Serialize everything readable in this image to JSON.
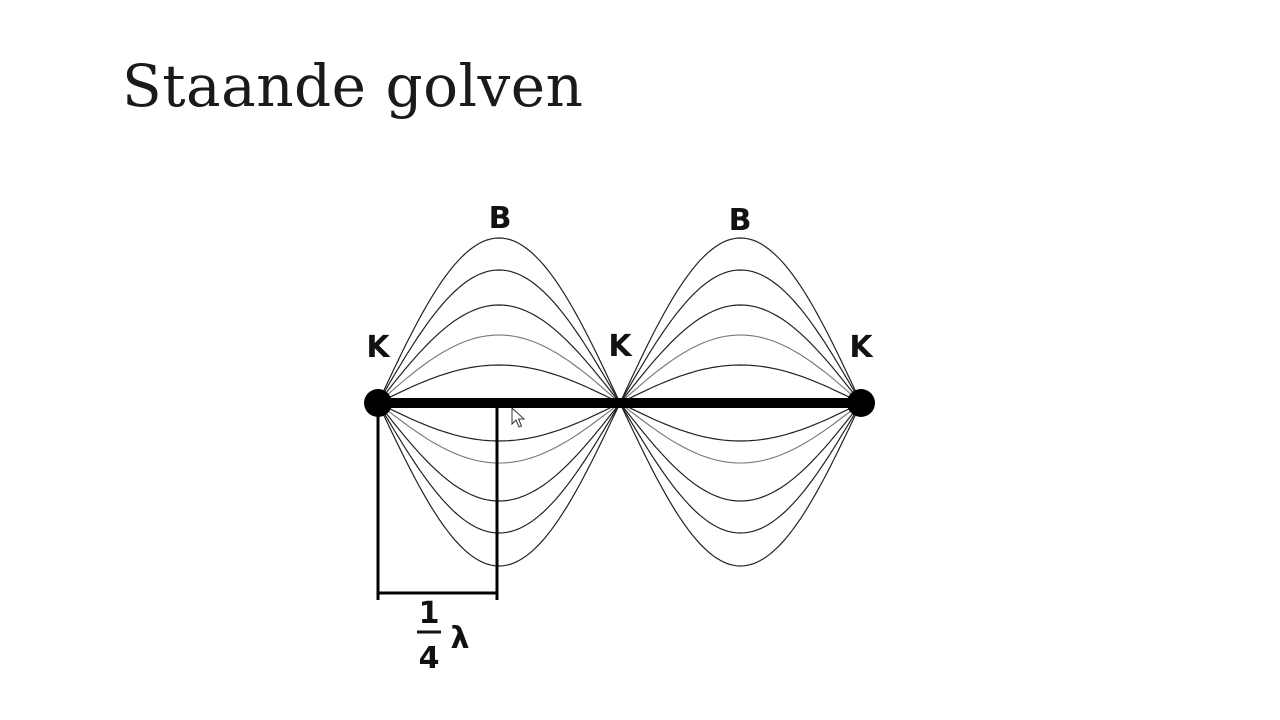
{
  "title": "Staande golven",
  "labels": {
    "node": "K",
    "antinode": "B",
    "fraction_numerator": "1",
    "fraction_denominator": "4",
    "lambda": "λ"
  },
  "colors": {
    "ink": "#111111",
    "background": "#ffffff"
  },
  "icons": {
    "cursor": "mouse-pointer-icon"
  }
}
